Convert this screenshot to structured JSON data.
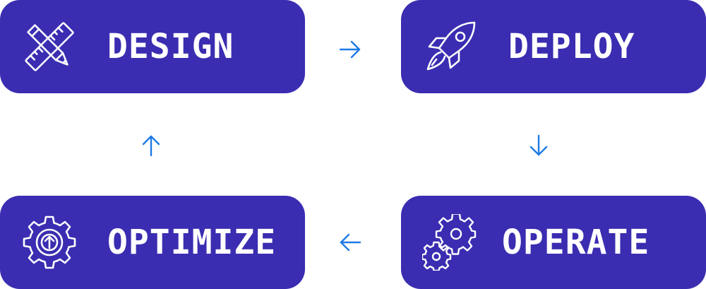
{
  "colors": {
    "box_fill": "#3a2db1",
    "label_text": "#ffffff",
    "arrow": "#1e7be6"
  },
  "steps": [
    {
      "label": "DESIGN",
      "icon": "pencil-ruler-icon"
    },
    {
      "label": "DEPLOY",
      "icon": "rocket-icon"
    },
    {
      "label": "OPERATE",
      "icon": "gears-icon"
    },
    {
      "label": "OPTIMIZE",
      "icon": "gear-upload-icon"
    }
  ],
  "arrows": [
    {
      "from": "DESIGN",
      "to": "DEPLOY",
      "direction": "right"
    },
    {
      "from": "DEPLOY",
      "to": "OPERATE",
      "direction": "down"
    },
    {
      "from": "OPERATE",
      "to": "OPTIMIZE",
      "direction": "left"
    },
    {
      "from": "OPTIMIZE",
      "to": "DESIGN",
      "direction": "up"
    }
  ]
}
